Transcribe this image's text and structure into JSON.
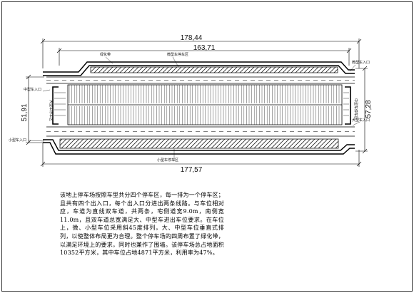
{
  "dimensions": {
    "overall_top": "178,44",
    "inner_top": "163,71",
    "bottom": "177,57",
    "left_height": "51,91",
    "right_height": "57,28"
  },
  "labels": {
    "green_belt": "绿化带",
    "micro_parking_top": "微型车停车区",
    "micro_entrance": "微型车入口",
    "mid_entrance": "中型车入口",
    "large_parking_left": "大型车停车区",
    "mid_parking_right": "中型车停车区",
    "large_entrance": "大型车入口",
    "small_entrance": "小型车入口",
    "small_parking": "小型车停车区"
  },
  "description": "该地上停车场按照车型共分四个停车区，每一排为一个停车区；且共有四个出入口，每个出入口分进出两条线路。与车位相对应，车道为直线双车道，共两条，宅侧道宽9.0m，南侧宽11.0m，且双车道总宽满足大、中型车进出车位要求。在车位上，微、小型车位采用斜45度排列，大、中型车位垂直式排列，以使整体布局更为合理。整个停车场的四周布置了绿化带，以满足环境上的要求，同时也兼作了围墙。该停车场总占地面积10352平方米，其中车位占地4871平方米，利用率为47%。"
}
